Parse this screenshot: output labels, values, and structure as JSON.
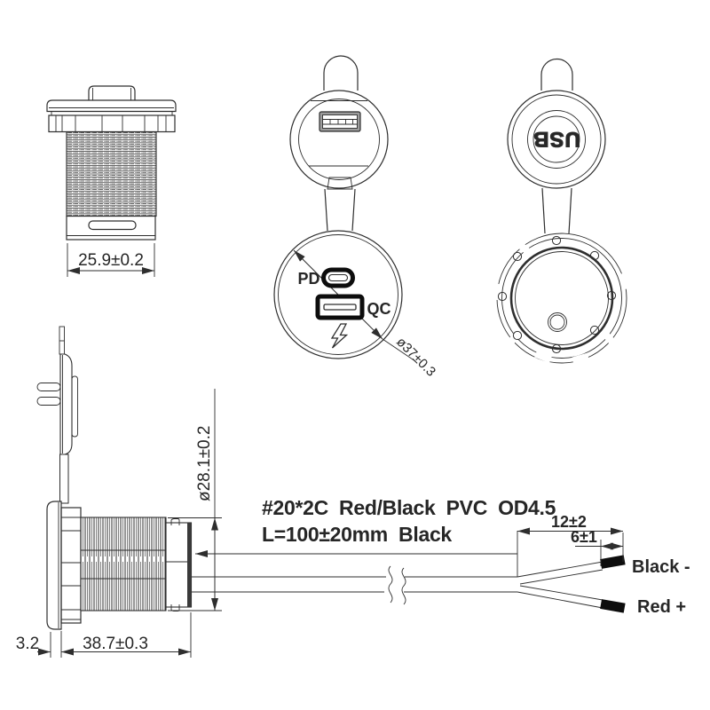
{
  "drawing": {
    "kind": "technical-drawing",
    "background": "#ffffff",
    "line_color": "#2e2e2e",
    "port_color": "#0d0d0d"
  },
  "views": {
    "side_closed": {
      "name": "side view, cap closed",
      "width_dim": "25.9±0.2"
    },
    "front_open": {
      "name": "front view, cap open",
      "pd": "PD",
      "qc": "QC",
      "diameter_dim": "ø37±0.3",
      "icons": [
        "usb-c-port-icon",
        "usb-a-port-icon",
        "lightning-bolt-icon"
      ]
    },
    "back_closed": {
      "name": "back view, cap closed",
      "cap_text": "USB"
    },
    "side_mounted": {
      "name": "side view with mounting flange",
      "diameter_dim": "ø28.1±0.2",
      "flange_dim": "3.2",
      "length_dim": "38.7±0.3"
    },
    "cable": {
      "spec_line1": "#20*2C Red/Black PVC OD4.5",
      "spec_line2": "L=100±20mm Black",
      "dim_overall": "12±2",
      "dim_strip": "6±1",
      "label_negative": "Black -",
      "label_positive": "Red +"
    }
  }
}
